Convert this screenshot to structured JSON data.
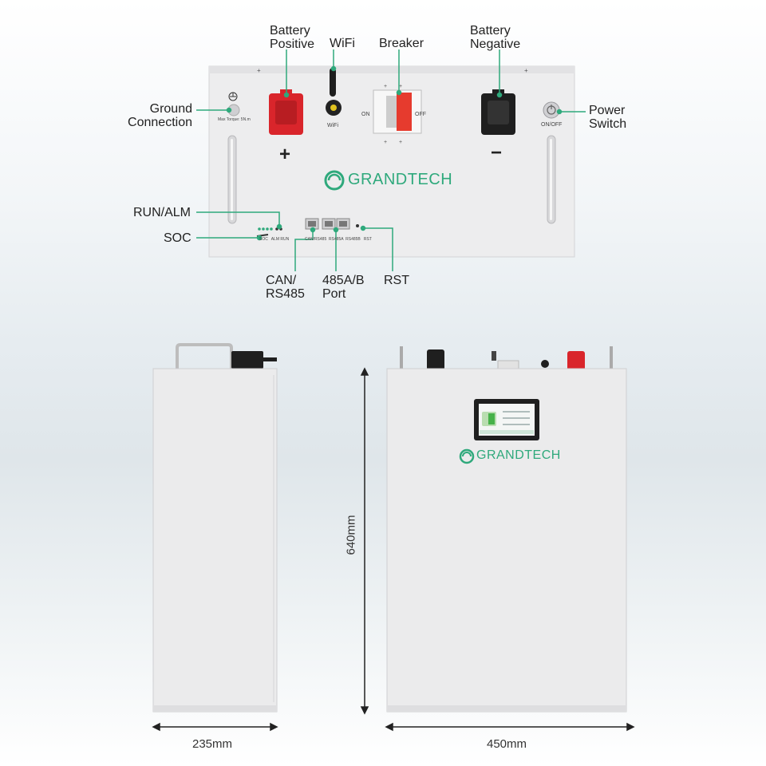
{
  "brand": {
    "name": "GRANDTECH",
    "color": "#2fa97c"
  },
  "colors": {
    "accent": "#2fa97c",
    "positive": "#d9252b",
    "negative": "#1f1f1f",
    "panel": "#ededee"
  },
  "callouts": {
    "battery_positive": [
      "Battery",
      "Positive"
    ],
    "wifi": "WiFi",
    "breaker": "Breaker",
    "battery_negative": [
      "Battery",
      "Negative"
    ],
    "ground_connection": [
      "Ground",
      "Connection"
    ],
    "power_switch": [
      "Power",
      "Switch"
    ],
    "run_alm": "RUN/ALM",
    "soc": "SOC",
    "can_rs485": [
      "CAN/",
      "RS485"
    ],
    "port_485ab": [
      "485A/B",
      "Port"
    ],
    "rst": "RST"
  },
  "panel_labels": {
    "plus_sign": "+",
    "minus_sign": "−",
    "wifi_small": "WiFi",
    "on": "ON",
    "off": "OFF",
    "on_off": "ON/OFF",
    "max_torque": "Max Torque: 5N.m",
    "port_labels": "CAN/RS485  RS485A  RS485B   RST",
    "led_labels": "SOC   ALM RUN"
  },
  "dimensions": {
    "depth": "235mm",
    "width": "450mm",
    "height": "640mm"
  },
  "icons": [
    "ground-symbol-icon",
    "grandtech-logo-icon",
    "power-button-icon",
    "wifi-antenna-icon"
  ]
}
